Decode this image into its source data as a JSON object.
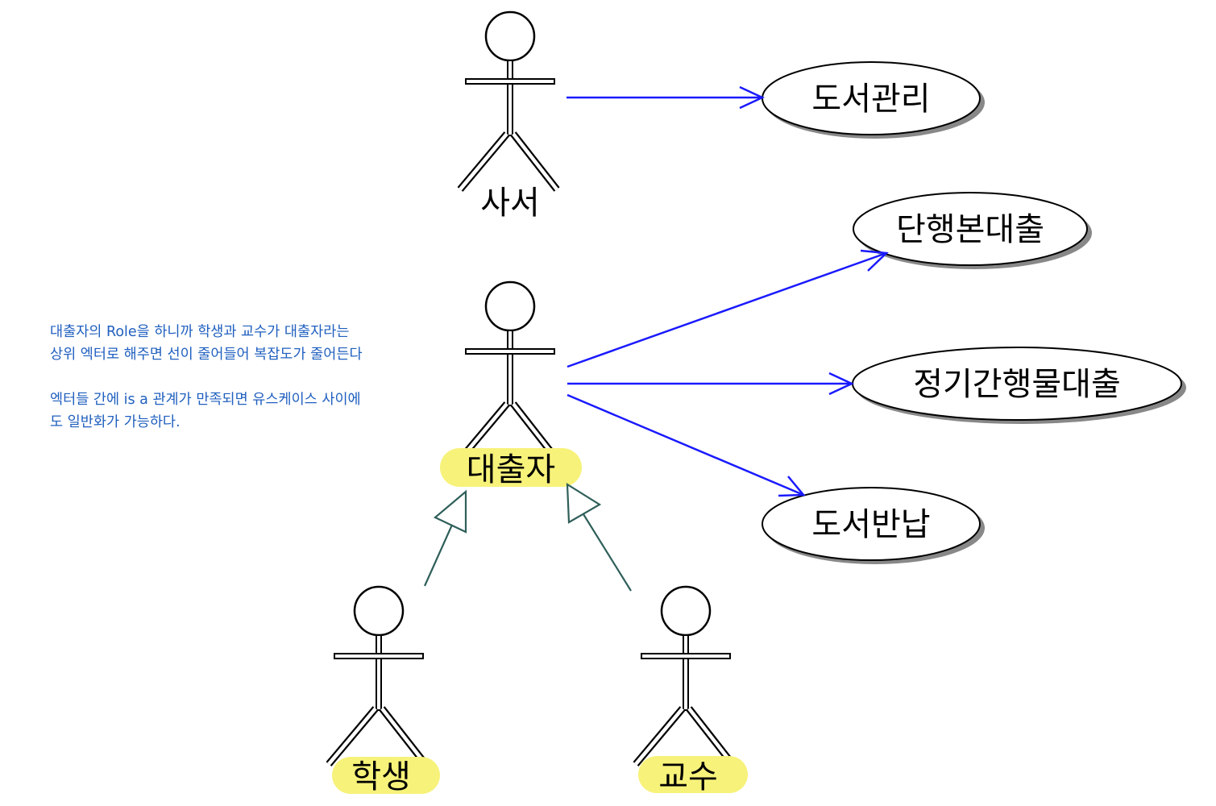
{
  "actors": {
    "librarian": "사서",
    "borrower": "대출자",
    "student": "학생",
    "professor": "교수"
  },
  "use_cases": {
    "book_management": "도서관리",
    "monograph_loan": "단행본대출",
    "periodical_loan": "정기간행물대출",
    "book_return": "도서반납"
  },
  "note": {
    "line1": "대출자의 Role을 하니까 학생과 교수가 대출자라는",
    "line2": "상위 엑터로 해주면 선이 줄어들어 복잡도가 줄어든다",
    "line3": "엑터들 간에 is a 관계가 만족되면 유스케이스 사이에",
    "line4": "도 일반화가 가능하다."
  },
  "colors": {
    "association": "#1a1aff",
    "generalization": "#2f5f5a",
    "highlight": "#f7f27a",
    "note_text": "#1f5fbf"
  }
}
